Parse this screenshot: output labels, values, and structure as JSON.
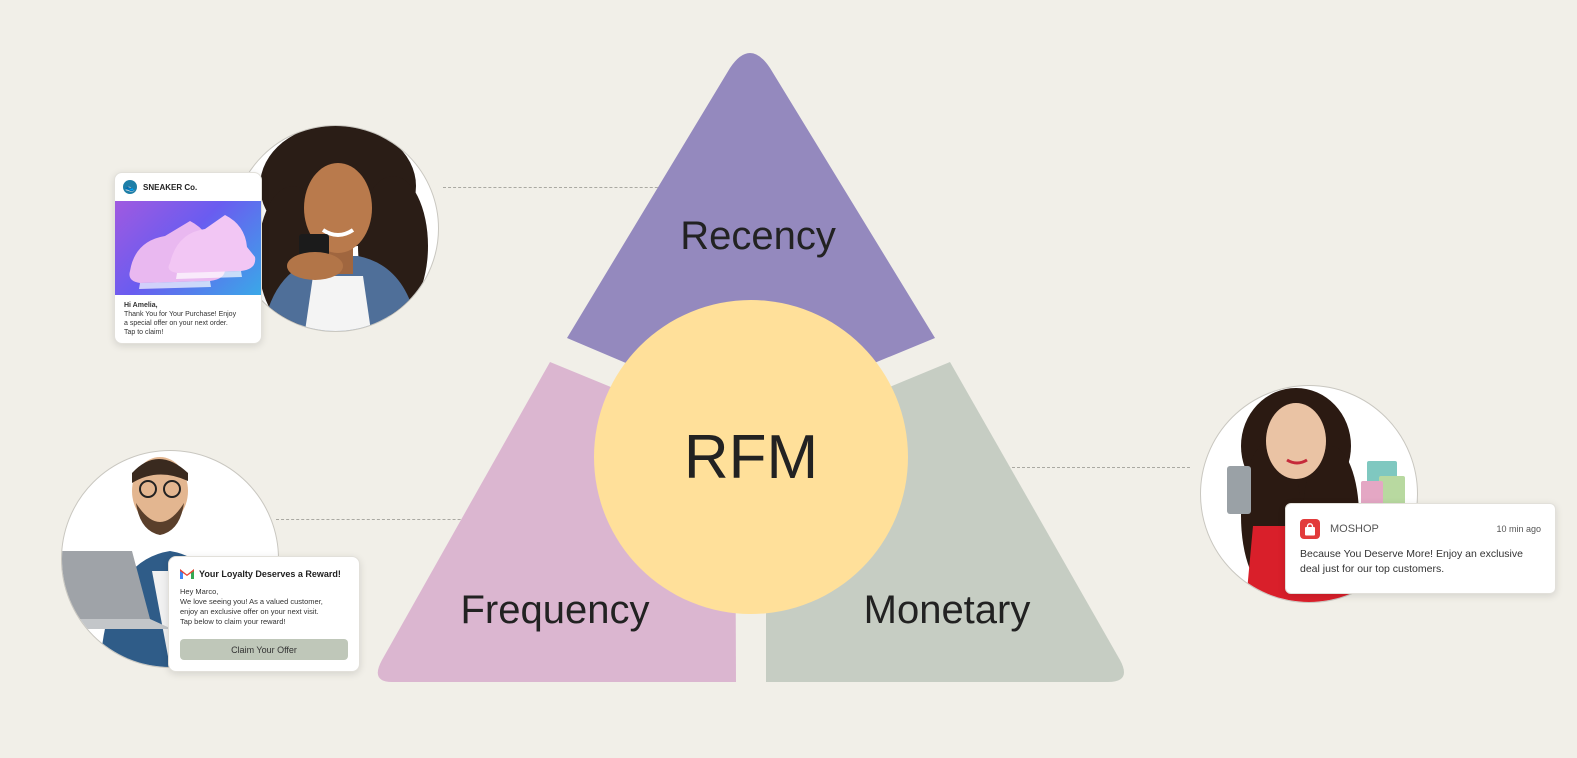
{
  "diagram": {
    "center_label": "RFM",
    "segments": [
      {
        "label": "Recency",
        "color": "#9489be"
      },
      {
        "label": "Frequency",
        "color": "#dbb6d0"
      },
      {
        "label": "Monetary",
        "color": "#c6cdc3"
      }
    ],
    "center_color": "#ffe09a"
  },
  "cards": {
    "sneaker": {
      "brand": "SNEAKER Co.",
      "greeting": "Hi Amelia,",
      "line1": "Thank You for Your Purchase! Enjoy",
      "line2": "a special offer on your next order.",
      "line3": "Tap to claim!"
    },
    "email": {
      "title": "Your Loyalty Deserves a Reward!",
      "greeting": "Hey Marco,",
      "line1": "We love seeing you! As a valued customer,",
      "line2": "enjoy an exclusive offer on your next visit.",
      "line3": "Tap below to claim your reward!",
      "button_label": "Claim Your Offer"
    },
    "push": {
      "app": "MOSHOP",
      "time": "10 min ago",
      "line1": "Because You Deserve More! Enjoy an exclusive",
      "line2": "deal just for our top customers."
    }
  }
}
